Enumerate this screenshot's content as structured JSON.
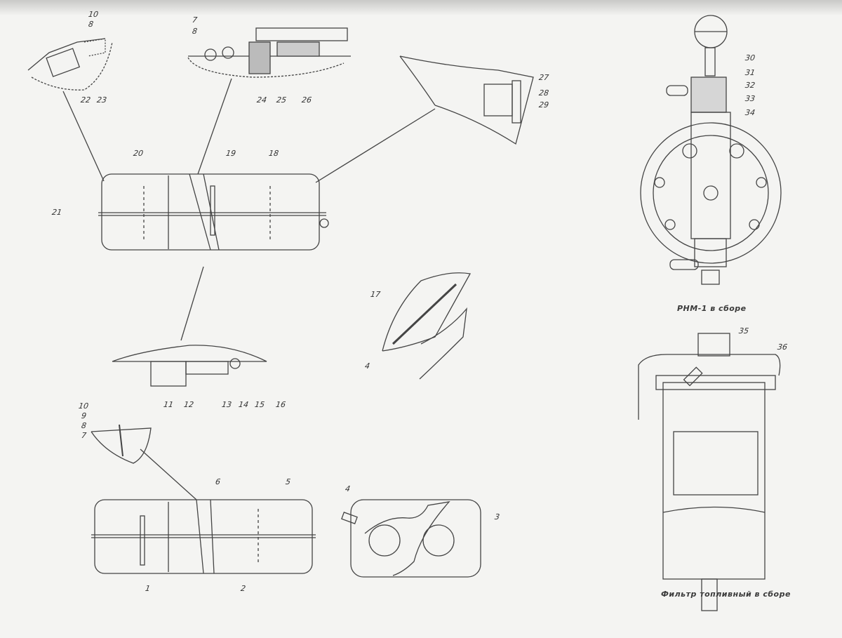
{
  "captions": {
    "pump": "РНМ-1 в сборе",
    "filter": "Фильтр топливный в сборе"
  },
  "labels": [
    "10",
    "8",
    "22",
    "23",
    "7",
    "8",
    "24",
    "25",
    "26",
    "27",
    "28",
    "29",
    "20",
    "19",
    "18",
    "21",
    "30",
    "31",
    "32",
    "33",
    "34",
    "17",
    "4",
    "11",
    "12",
    "13",
    "14",
    "15",
    "16",
    "35",
    "36",
    "10",
    "9",
    "8",
    "7",
    "6",
    "5",
    "1",
    "2",
    "4",
    "3"
  ]
}
